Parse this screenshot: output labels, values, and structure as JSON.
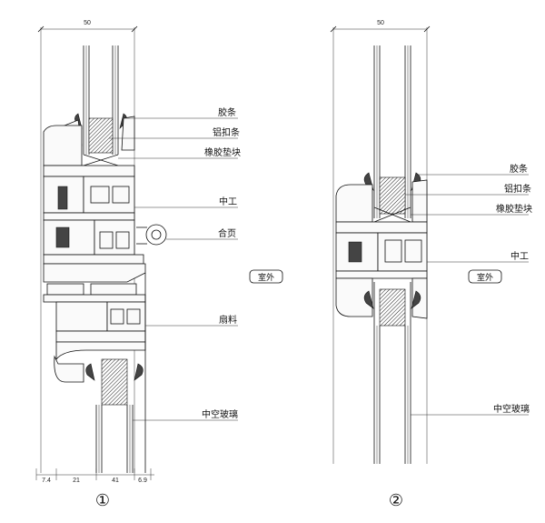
{
  "diagram_1": {
    "top_dimension": "50",
    "bottom_dimensions": [
      "7.4",
      "21",
      "41",
      "6.9"
    ],
    "labels": {
      "gasket": "胶条",
      "bead": "铝扣条",
      "rubber_block": "橡胶垫块",
      "mullion": "中工",
      "hinge": "合页",
      "sash": "扇料",
      "insulating_glass": "中空玻璃"
    },
    "exterior_tag": "室外",
    "number": "①"
  },
  "diagram_2": {
    "top_dimension": "50",
    "labels": {
      "gasket": "胶条",
      "bead": "铝扣条",
      "rubber_block": "橡胶垫块",
      "mullion": "中工",
      "insulating_glass": "中空玻璃"
    },
    "exterior_tag": "室外",
    "number": "②"
  }
}
